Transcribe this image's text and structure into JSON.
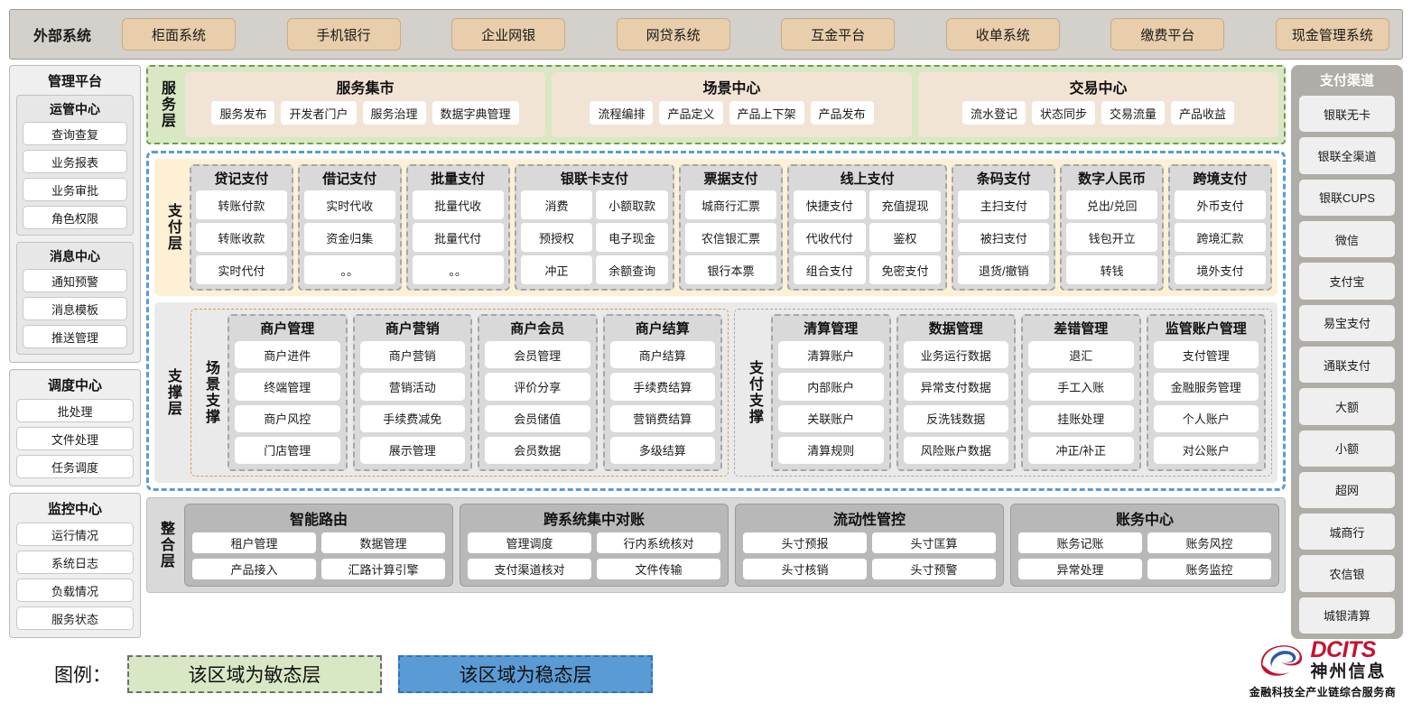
{
  "external_systems": {
    "title": "外部系统",
    "items": [
      "柜面系统",
      "手机银行",
      "企业网银",
      "网贷系统",
      "互金平台",
      "收单系统",
      "缴费平台",
      "现金管理系统"
    ]
  },
  "management_platform": {
    "title": "管理平台",
    "groups": [
      {
        "title": "运管中心",
        "items": [
          "查询查复",
          "业务报表",
          "业务审批",
          "角色权限"
        ]
      },
      {
        "title": "消息中心",
        "items": [
          "通知预警",
          "消息模板",
          "推送管理"
        ]
      }
    ],
    "standalone_groups": [
      {
        "title": "调度中心",
        "items": [
          "批处理",
          "文件处理",
          "任务调度"
        ]
      },
      {
        "title": "监控中心",
        "items": [
          "运行情况",
          "系统日志",
          "负载情况",
          "服务状态"
        ]
      }
    ]
  },
  "service_layer": {
    "tag": "服务层",
    "groups": [
      {
        "title": "服务集市",
        "items": [
          "服务发布",
          "开发者门户",
          "服务治理",
          "数据字典管理"
        ]
      },
      {
        "title": "场景中心",
        "items": [
          "流程编排",
          "产品定义",
          "产品上下架",
          "产品发布"
        ]
      },
      {
        "title": "交易中心",
        "items": [
          "流水登记",
          "状态同步",
          "交易流量",
          "产品收益"
        ]
      }
    ]
  },
  "payment_layer": {
    "tag": "支付层",
    "groups": [
      {
        "title": "贷记支付",
        "cols": 1,
        "items": [
          "转账付款",
          "转账收款",
          "实时代付"
        ]
      },
      {
        "title": "借记支付",
        "cols": 1,
        "items": [
          "实时代收",
          "资金归集",
          "。。"
        ]
      },
      {
        "title": "批量支付",
        "cols": 1,
        "items": [
          "批量代收",
          "批量代付",
          "。。"
        ]
      },
      {
        "title": "银联卡支付",
        "cols": 2,
        "items": [
          "消费",
          "小额取款",
          "预授权",
          "电子现金",
          "冲正",
          "余额查询"
        ]
      },
      {
        "title": "票据支付",
        "cols": 1,
        "items": [
          "城商行汇票",
          "农信银汇票",
          "银行本票"
        ]
      },
      {
        "title": "线上支付",
        "cols": 2,
        "items": [
          "快捷支付",
          "充值提现",
          "代收代付",
          "鉴权",
          "组合支付",
          "免密支付"
        ]
      },
      {
        "title": "条码支付",
        "cols": 1,
        "items": [
          "主扫支付",
          "被扫支付",
          "退货/撤销"
        ]
      },
      {
        "title": "数字人民币",
        "cols": 1,
        "items": [
          "兑出/兑回",
          "钱包开立",
          "转钱"
        ]
      },
      {
        "title": "跨境支付",
        "cols": 1,
        "items": [
          "外币支付",
          "跨境汇款",
          "境外支付"
        ]
      }
    ]
  },
  "support_layer": {
    "tag": "支撑层",
    "scene": {
      "tag": "场景支撑",
      "groups": [
        {
          "title": "商户管理",
          "items": [
            "商户进件",
            "终端管理",
            "商户风控",
            "门店管理"
          ]
        },
        {
          "title": "商户营销",
          "items": [
            "商户营销",
            "营销活动",
            "手续费减免",
            "展示管理"
          ]
        },
        {
          "title": "商户会员",
          "items": [
            "会员管理",
            "评价分享",
            "会员储值",
            "会员数据"
          ]
        },
        {
          "title": "商户结算",
          "items": [
            "商户结算",
            "手续费结算",
            "营销费结算",
            "多级结算"
          ]
        }
      ]
    },
    "paysup": {
      "tag": "支付支撑",
      "groups": [
        {
          "title": "清算管理",
          "items": [
            "清算账户",
            "内部账户",
            "关联账户",
            "清算规则"
          ]
        },
        {
          "title": "数据管理",
          "items": [
            "业务运行数据",
            "异常支付数据",
            "反洗钱数据",
            "风险账户数据"
          ]
        },
        {
          "title": "差错管理",
          "items": [
            "退汇",
            "手工入账",
            "挂账处理",
            "冲正/补正"
          ]
        },
        {
          "title": "监管账户管理",
          "items": [
            "支付管理",
            "金融服务管理",
            "个人账户",
            "对公账户"
          ]
        }
      ]
    }
  },
  "integration_layer": {
    "tag": "整合层",
    "groups": [
      {
        "title": "智能路由",
        "items": [
          "租户管理",
          "数据管理",
          "产品接入",
          "汇路计算引擎"
        ]
      },
      {
        "title": "跨系统集中对账",
        "items": [
          "管理调度",
          "行内系统核对",
          "支付渠道核对",
          "文件传输"
        ]
      },
      {
        "title": "流动性管控",
        "items": [
          "头寸预报",
          "头寸匡算",
          "头寸核销",
          "头寸预警"
        ]
      },
      {
        "title": "账务中心",
        "items": [
          "账务记账",
          "账务风控",
          "异常处理",
          "账务监控"
        ]
      }
    ]
  },
  "payment_channels": {
    "title": "支付渠道",
    "items": [
      "银联无卡",
      "银联全渠道",
      "银联CUPS",
      "微信",
      "支付宝",
      "易宝支付",
      "通联支付",
      "大额",
      "小额",
      "超网",
      "城商行",
      "农信银",
      "城银清算"
    ]
  },
  "legend": {
    "label": "图例：",
    "agile": "该区域为敏态层",
    "stable": "该区域为稳态层"
  },
  "logo": {
    "en": "DCITS",
    "cn": "神州信息",
    "tagline": "金融科技全产业链综合服务商"
  },
  "colors": {
    "agile_green": "#d8e8c4",
    "stable_blue": "#5b9bd5",
    "payment_cream": "#fdf0d5",
    "external_chip": "#e8ceab",
    "brand_red": "#c8102e"
  }
}
